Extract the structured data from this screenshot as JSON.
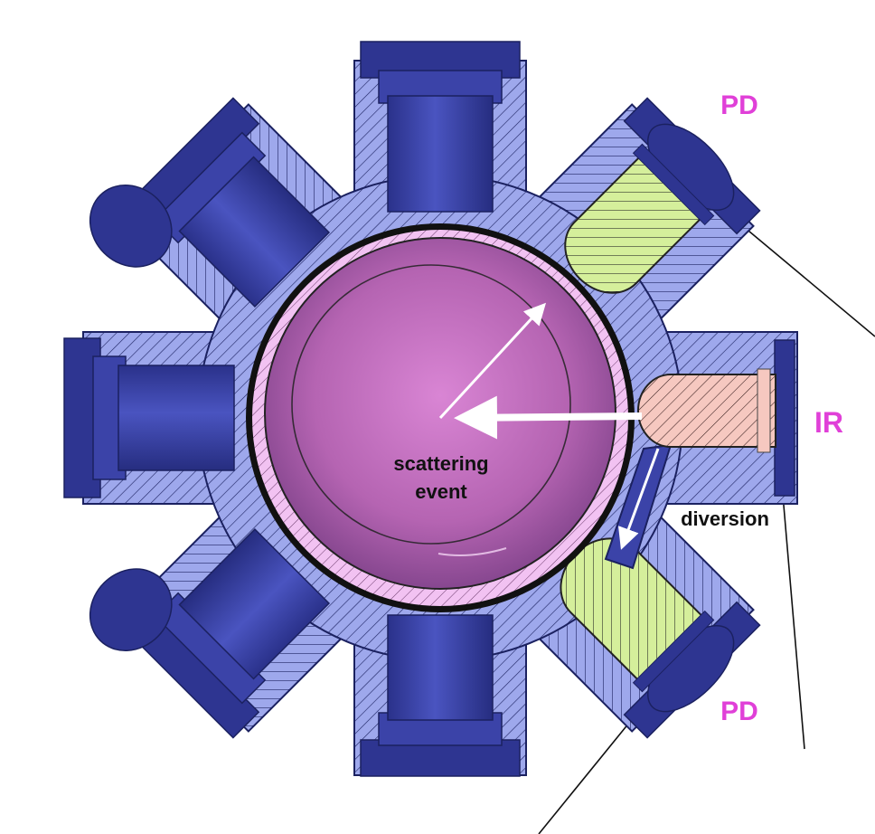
{
  "labels": {
    "pd_top": "PD",
    "pd_bottom": "PD",
    "ir": "IR",
    "scattering_line1": "scattering",
    "scattering_line2": "event",
    "diversion": "diversion"
  },
  "colors": {
    "body_fill": "#9ea8ec",
    "hatch_line": "#1b2160",
    "port_dark": "#2e3591",
    "port_mid": "#3b43a8",
    "port_light": "#5560c8",
    "sphere_light": "#d67fd0",
    "sphere_dark": "#8c4a94",
    "liner": "#f2c2f2",
    "detector_pd": "#d5ef9b",
    "source_ir": "#f6c8c0",
    "arrow": "#ffffff",
    "label_pink": "#e040d8"
  }
}
